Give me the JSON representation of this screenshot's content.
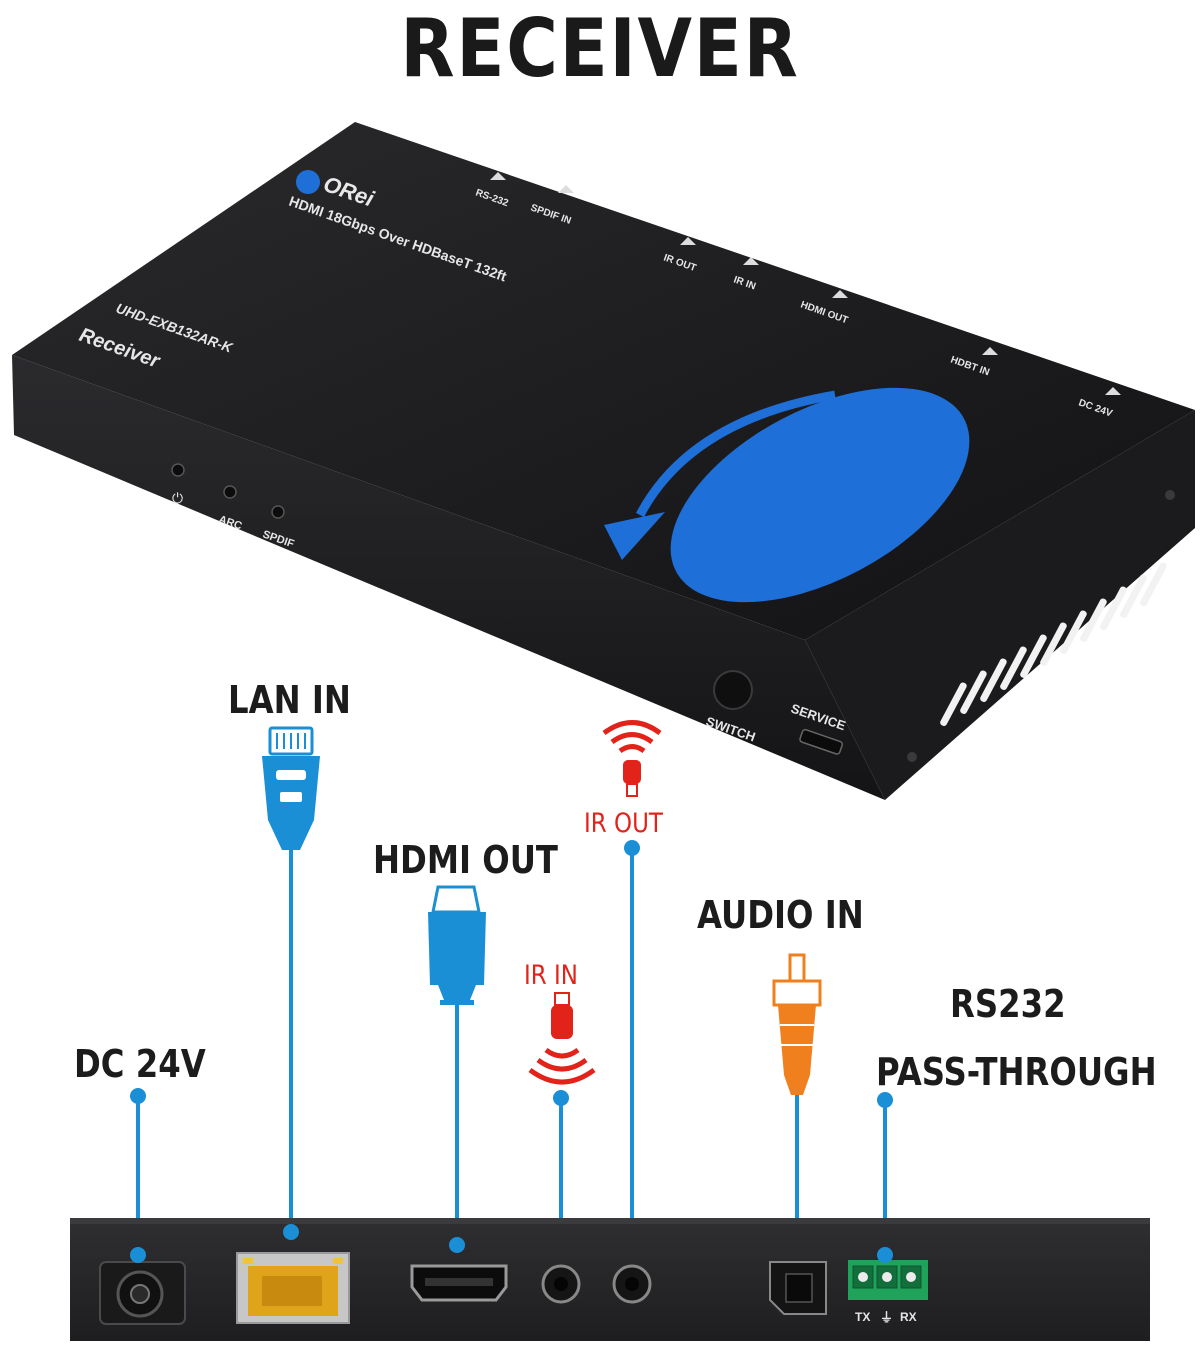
{
  "title": "RECEIVER",
  "device": {
    "brand": "ORei",
    "product_line": "HDMI 18Gbps Over HDBaseT 132ft",
    "model": "UHD-EXB132AR-K",
    "role": "Receiver",
    "top_ports": [
      "RS-232",
      "SPDIF IN",
      "IR OUT",
      "IR IN",
      "HDMI OUT",
      "HDBT IN",
      "DC 24V"
    ],
    "front_leds": {
      "power": "⏻",
      "arc": "ARC",
      "spdif": "SPDIF"
    },
    "buttons": {
      "switch": "SWITCH",
      "service": "SERVICE"
    }
  },
  "connectors": {
    "lan_in": "LAN IN",
    "hdmi_out": "HDMI OUT",
    "ir_out": "IR OUT",
    "ir_in": "IR IN",
    "audio_in": "AUDIO IN",
    "dc_24v": "DC 24V",
    "rs232_line1": "RS232",
    "rs232_line2": "PASS-THROUGH"
  },
  "rear_panel": {
    "tx": "TX",
    "gnd": "⏚",
    "rx": "RX"
  },
  "colors": {
    "accent_blue": "#1b8fd6",
    "ir_red": "#e2231a",
    "audio_orange": "#f07f1e",
    "chassis": "#1f1f21",
    "logo_blue": "#1f6fd8"
  }
}
